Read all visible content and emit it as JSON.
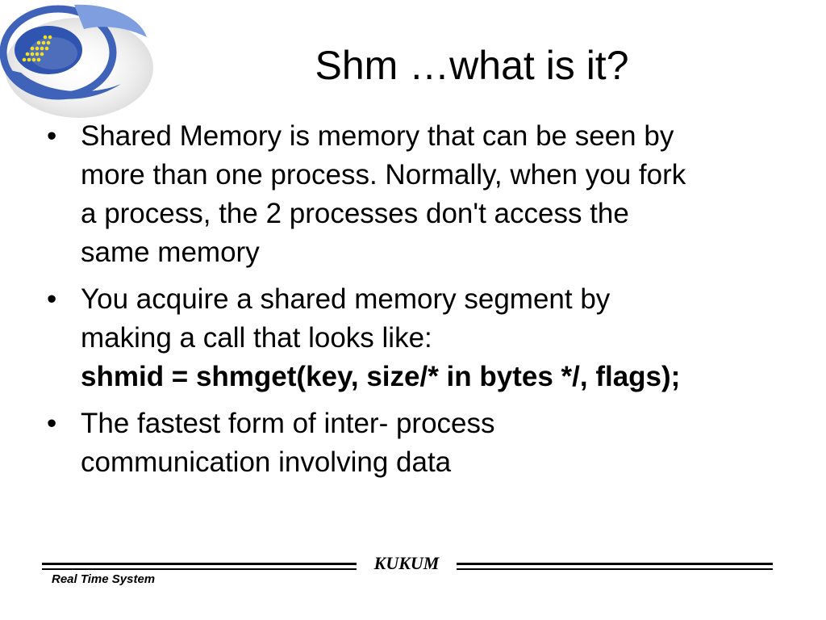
{
  "slide": {
    "logo_icon": "kukum-swirl-logo-icon",
    "title": "Shm …what is it?",
    "bullet_glyph": "•",
    "bullets": [
      {
        "lines": [
          "Shared Memory is memory that can be seen by",
          "more than one process. Normally, when you fork",
          "a process, the 2 processes don't access the",
          "same memory"
        ]
      },
      {
        "lines": [
          "You acquire a shared memory segment by",
          "making a call that looks like:"
        ],
        "code": "shmid = shmget(key, size/* in bytes */, flags);"
      },
      {
        "lines": [
          "The fastest form of inter- process",
          "communication involving data"
        ]
      }
    ]
  },
  "footer": {
    "center_label": "KUKUM",
    "left_label": "Real Time System"
  },
  "colors": {
    "logo_blue": "#3f63b8",
    "logo_light_blue": "#7f9ee0",
    "logo_yellow": "#f5e21f"
  }
}
